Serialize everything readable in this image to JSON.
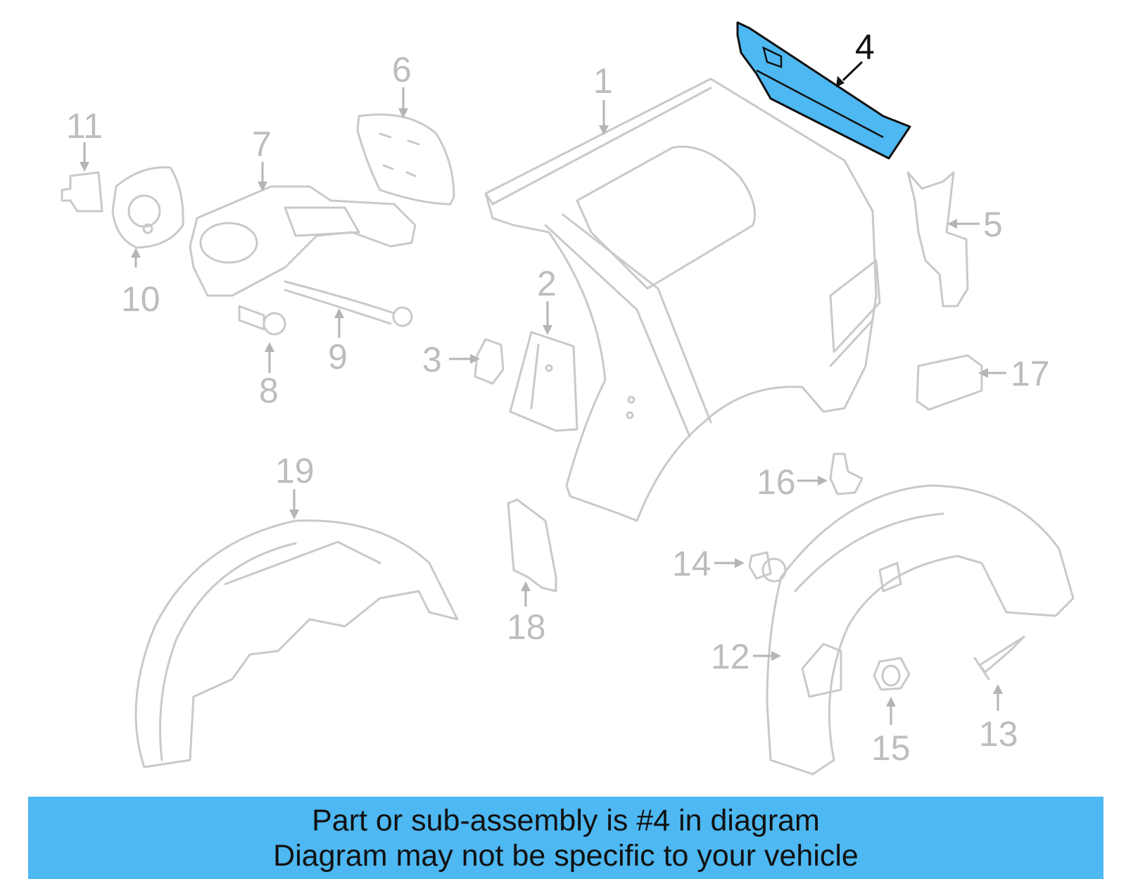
{
  "callouts": {
    "c1": "1",
    "c2": "2",
    "c3": "3",
    "c4": "4",
    "c5": "5",
    "c6": "6",
    "c7": "7",
    "c8": "8",
    "c9": "9",
    "c10": "10",
    "c11": "11",
    "c12": "12",
    "c13": "13",
    "c14": "14",
    "c15": "15",
    "c16": "16",
    "c17": "17",
    "c18": "18",
    "c19": "19"
  },
  "highlighted_part": "4",
  "colors": {
    "highlight": "#4db8f2",
    "line_art": "#c9c9c9",
    "banner": "#4db8f2"
  },
  "banner": {
    "line1": "Part or sub-assembly is #4 in diagram",
    "line2": "Diagram may not be specific to your vehicle"
  }
}
